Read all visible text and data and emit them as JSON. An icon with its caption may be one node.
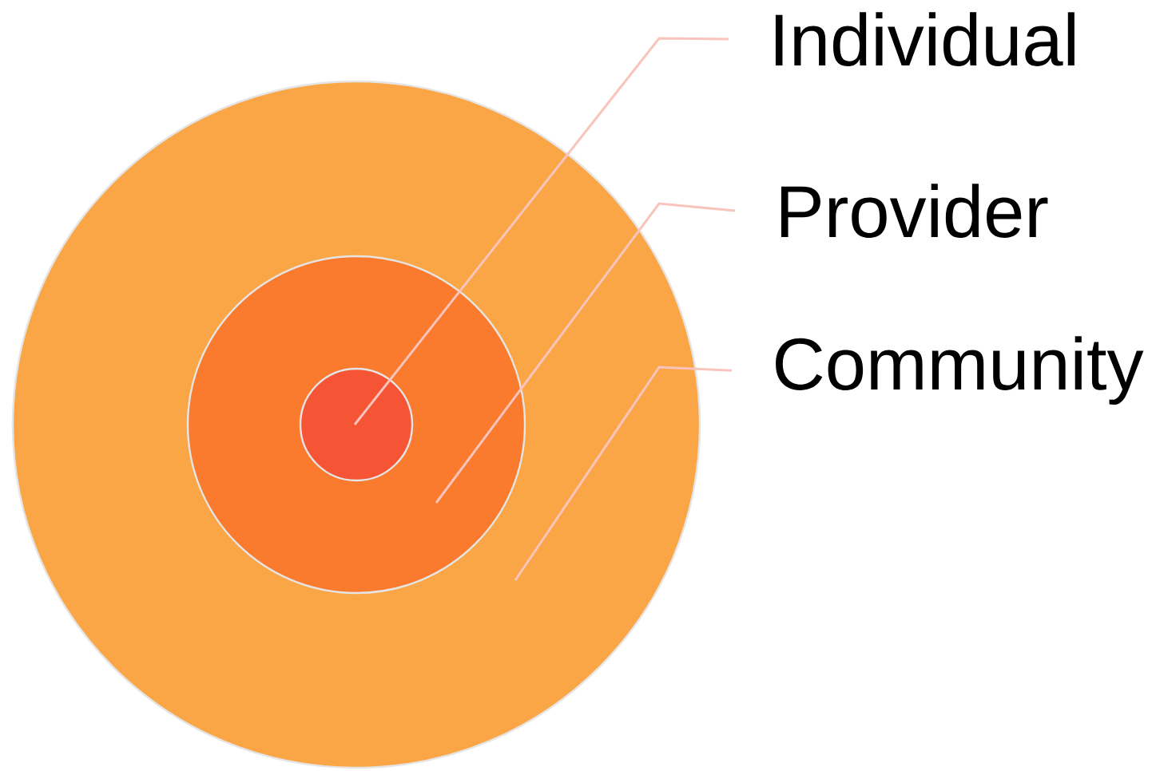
{
  "diagram": {
    "nodes": [
      {
        "text": [],
        "shape": "circle"
      },
      {
        "text": [],
        "shape": "circle",
        "in": 0
      },
      {
        "text": [],
        "shape": "circle",
        "in": 1
      },
      {
        "text": [
          "Individual"
        ]
      },
      {
        "text": [
          "Provider"
        ]
      },
      {
        "text": [
          "Community"
        ]
      }
    ],
    "edges": [
      {
        "from": 3,
        "to": 2,
        "arrow": "none"
      },
      {
        "from": 4,
        "to": 1,
        "arrow": "none"
      },
      {
        "from": 5,
        "to": 0,
        "arrow": "none"
      }
    ]
  }
}
